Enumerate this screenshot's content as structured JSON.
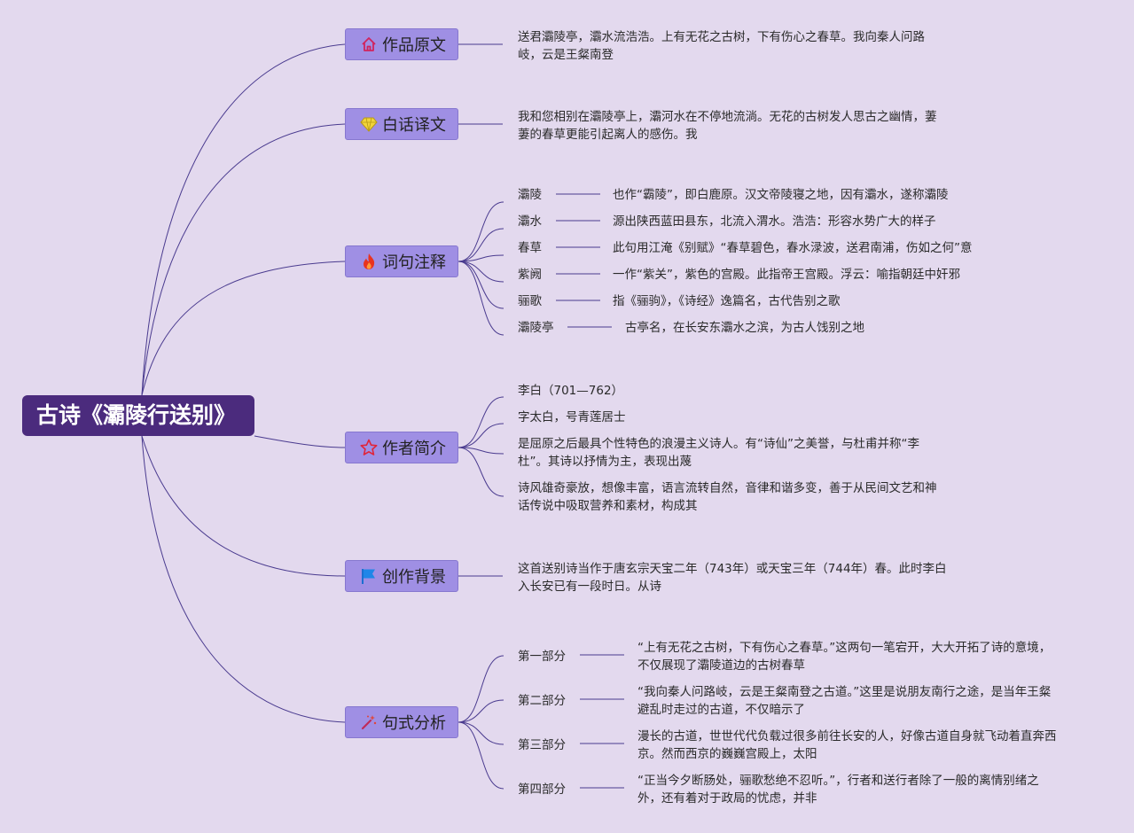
{
  "root": {
    "title": "古诗《灞陵行送别》"
  },
  "colors": {
    "background": "#e3d9ee",
    "root": "#4b2b7d",
    "branch": "#9f8fe4",
    "line": "#4a3b8f"
  },
  "branches": [
    {
      "label": "作品原文",
      "icon": "home-icon",
      "lines": [
        "送君灞陵亭，灞水流浩浩。上有无花之古树，下有伤心之春草。我向秦人问路",
        "岐，云是王粲南登"
      ]
    },
    {
      "label": "白话译文",
      "icon": "diamond-icon",
      "lines": [
        "我和您相别在灞陵亭上，灞河水在不停地流淌。无花的古树发人思古之幽情，萋",
        "萋的春草更能引起离人的感伤。我"
      ]
    },
    {
      "label": "词句注释",
      "icon": "fire-icon",
      "items": [
        {
          "term": "灞陵",
          "def": "也作“霸陵”，即白鹿原。汉文帝陵寝之地，因有灞水，遂称灞陵"
        },
        {
          "term": "灞水",
          "def": "源出陕西蓝田县东，北流入渭水。浩浩：形容水势广大的样子"
        },
        {
          "term": "春草",
          "def": "此句用江淹《别赋》“春草碧色，春水渌波，送君南浦，伤如之何”意"
        },
        {
          "term": "紫阙",
          "def": "一作“紫关”，紫色的宫殿。此指帝王宫殿。浮云：喻指朝廷中奸邪"
        },
        {
          "term": "骊歌",
          "def": "指《骊驹》，《诗经》逸篇名，古代告别之歌"
        },
        {
          "term": "灞陵亭",
          "def": "古亭名，在长安东灞水之滨，为古人饯别之地"
        }
      ]
    },
    {
      "label": "作者简介",
      "icon": "star-icon",
      "notes": [
        [
          "李白（701—762）"
        ],
        [
          "字太白，号青莲居士"
        ],
        [
          "是屈原之后最具个性特色的浪漫主义诗人。有“诗仙”之美誉，与杜甫并称“李",
          "杜”。其诗以抒情为主，表现出蔑"
        ],
        [
          "诗风雄奇豪放，想像丰富，语言流转自然，音律和谐多变，善于从民间文艺和神",
          "话传说中吸取营养和素材，构成其"
        ]
      ]
    },
    {
      "label": "创作背景",
      "icon": "flag-icon",
      "lines": [
        "这首送别诗当作于唐玄宗天宝二年（743年）或天宝三年（744年）春。此时李白",
        "入长安已有一段时日。从诗"
      ]
    },
    {
      "label": "句式分析",
      "icon": "wand-icon",
      "parts": [
        {
          "term": "第一部分",
          "lines": [
            "“上有无花之古树，下有伤心之春草。”这两句一笔宕开，大大开拓了诗的意境，",
            "不仅展现了灞陵道边的古树春草"
          ]
        },
        {
          "term": "第二部分",
          "lines": [
            "“我向秦人问路岐，云是王粲南登之古道。”这里是说朋友南行之途，是当年王粲",
            "避乱时走过的古道，不仅暗示了"
          ]
        },
        {
          "term": "第三部分",
          "lines": [
            "漫长的古道，世世代代负载过很多前往长安的人，好像古道自身就飞动着直奔西",
            "京。然而西京的巍巍宫殿上，太阳"
          ]
        },
        {
          "term": "第四部分",
          "lines": [
            "“正当今夕断肠处，骊歌愁绝不忍听。”，行者和送行者除了一般的离情别绪之",
            "外，还有着对于政局的忧虑，并非"
          ]
        }
      ]
    }
  ]
}
